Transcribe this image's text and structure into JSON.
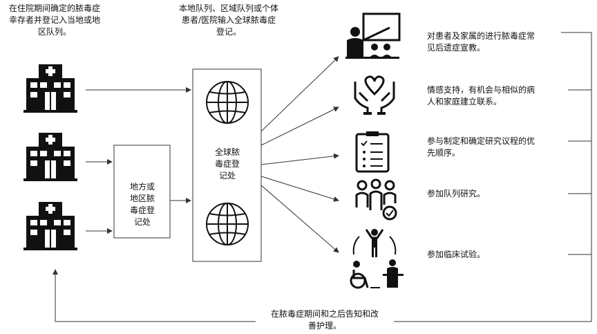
{
  "top_left_caption": "在住院期间确定的脓毒症\n幸存者并登记入当地或地\n区队列。",
  "top_center_caption": "本地队列、区域队列或个体\n患者/医院输入全球脓毒症\n登记。",
  "local_registry_label": "地方或\n地区脓\n毒症登\n记处",
  "global_registry_label": "全球脓\n毒症登\n记处",
  "bottom_caption": "在脓毒症期间和之后告知和改\n善护理。",
  "outcomes": [
    {
      "icon": "presentation-icon",
      "text": "对患者及家属的进行脓毒症常\n见后遗症宣教。"
    },
    {
      "icon": "heart-hands-icon",
      "text": "情感支持，有机会与相似的病\n人和家庭建立联系。"
    },
    {
      "icon": "checklist-icon",
      "text": "参与制定和确定研究议程的优\n先顺序。"
    },
    {
      "icon": "group-people-icon",
      "text": "参加队列研究。"
    },
    {
      "icon": "clinical-trial-icon",
      "text": "参加临床试验。"
    }
  ],
  "colors": {
    "ink": "#111111",
    "line": "#333333"
  }
}
